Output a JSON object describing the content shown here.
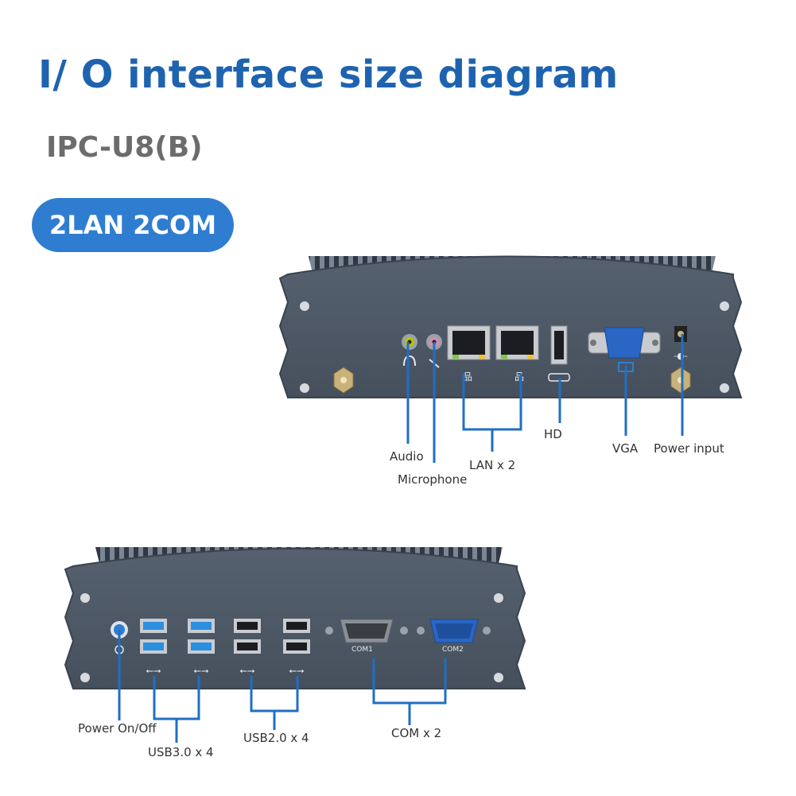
{
  "title": "I/ O interface size diagram",
  "model": "IPC-U8(B)",
  "badge": "2LAN 2COM",
  "top_panel": {
    "labels": {
      "audio": "Audio",
      "microphone": "Microphone",
      "lan": "LAN x 2",
      "hd": "HD",
      "vga": "VGA",
      "power_input": "Power input"
    }
  },
  "bottom_panel": {
    "port_labels": {
      "com1": "COM1",
      "com2": "COM2"
    },
    "labels": {
      "power": "Power On/Off",
      "usb3": "USB3.0 x 4",
      "usb2": "USB2.0 x 4",
      "com": "COM x 2"
    }
  },
  "colors": {
    "accent": "#1e63b0",
    "line": "#1f6fc4",
    "chassis": "#4d5866",
    "badge": "#2f7dd0"
  }
}
